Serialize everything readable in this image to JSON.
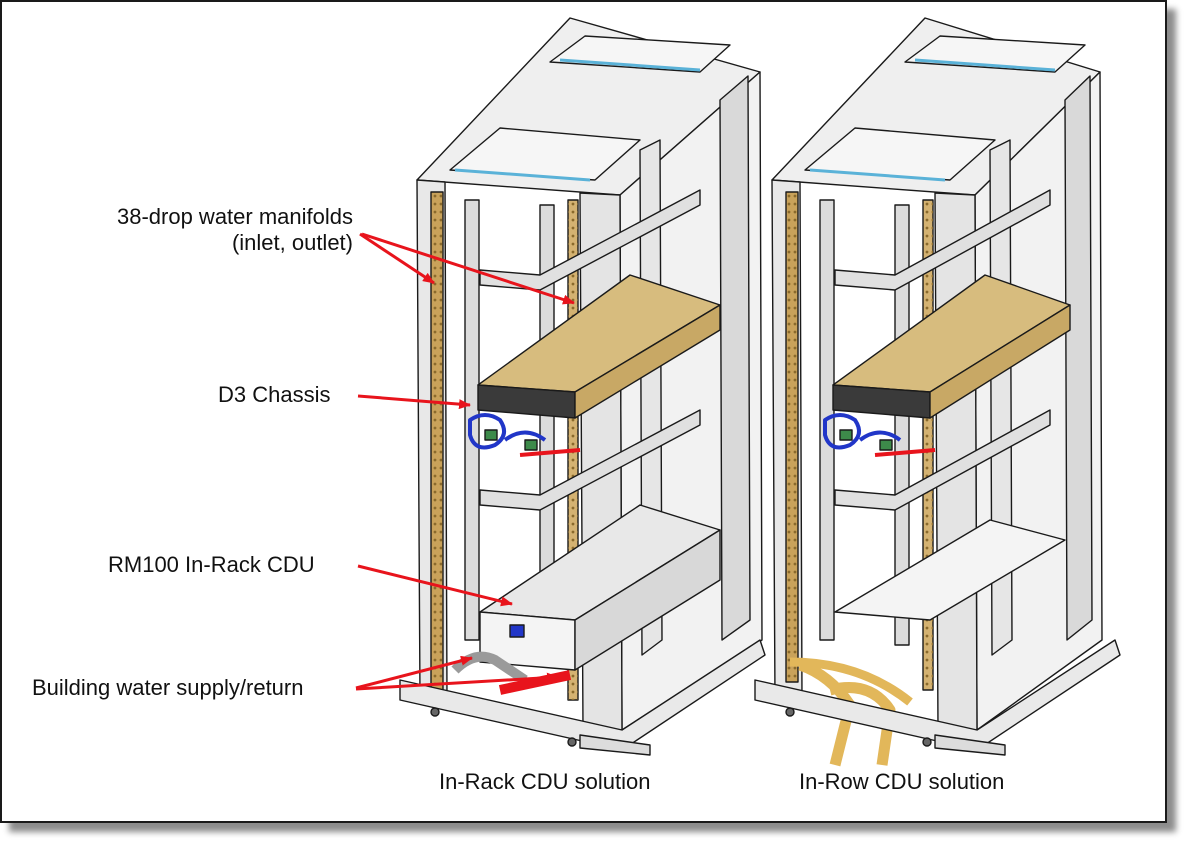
{
  "callouts": {
    "manifolds_line1": "38-drop water manifolds",
    "manifolds_line2": "(inlet, outlet)",
    "chassis": "D3 Chassis",
    "cdu": "RM100 In-Rack CDU",
    "building_water": "Building water supply/return"
  },
  "captions": {
    "left": "In-Rack CDU solution",
    "right": "In-Row CDU solution"
  },
  "colors": {
    "arrow": "#e8141c",
    "manifold": "#c9a25a",
    "hose": "#e2b75a",
    "chassis": "#c8a865",
    "frame": "#e8e8e8",
    "outline": "#1a1a1a"
  }
}
